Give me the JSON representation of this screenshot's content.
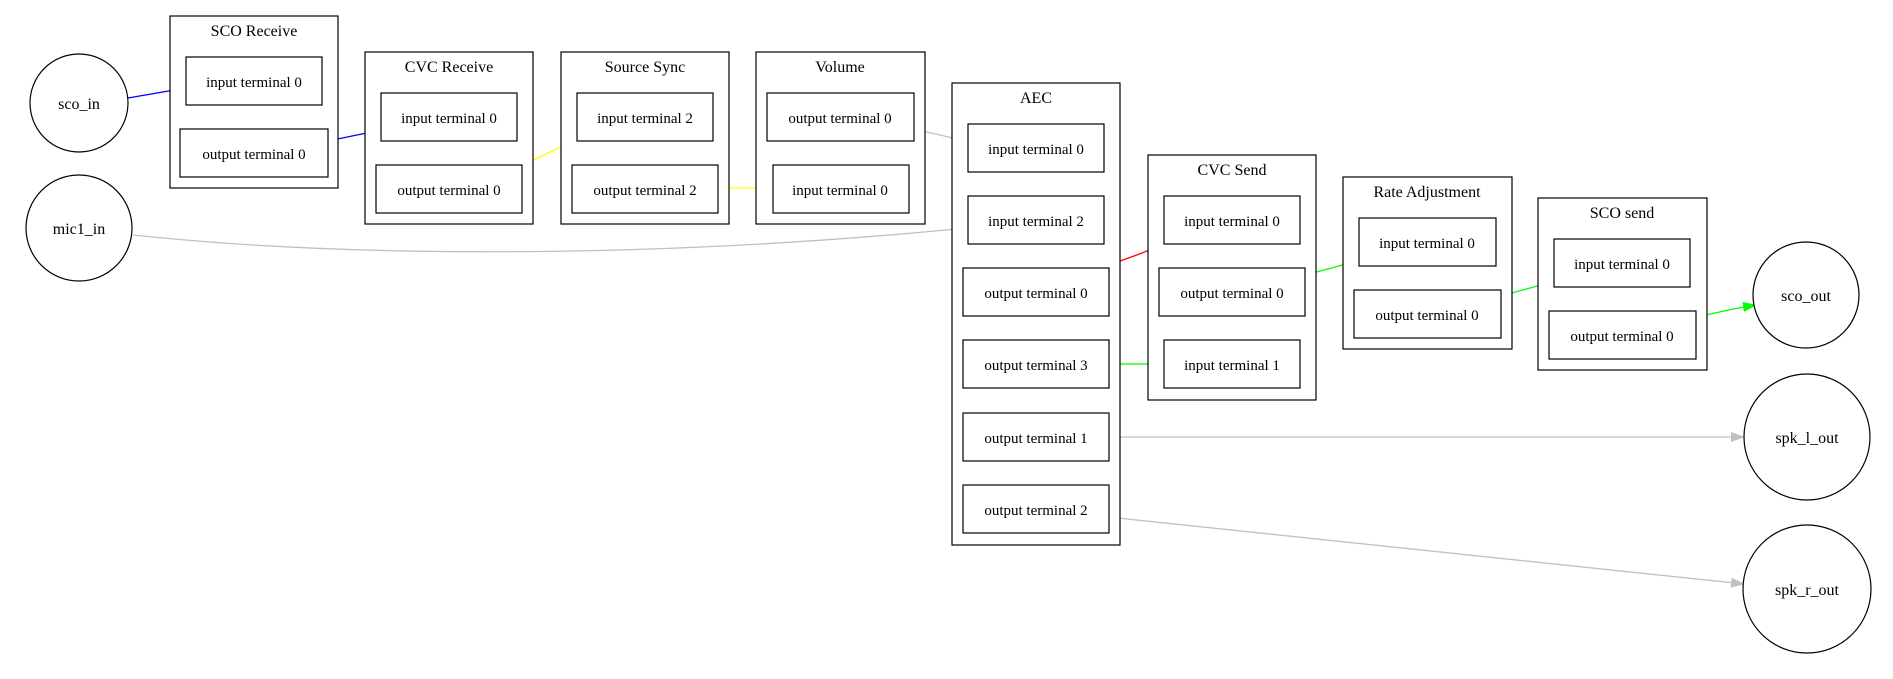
{
  "colors": {
    "blue": "#0000ff",
    "yellow": "#ffff00",
    "red": "#ff0000",
    "green": "#00ff00",
    "gray": "#c0c0c0",
    "stroke": "#000000",
    "background": "#ffffff"
  },
  "endpoints": {
    "sco_in": "sco_in",
    "mic1_in": "mic1_in",
    "sco_out": "sco_out",
    "spk_l_out": "spk_l_out",
    "spk_r_out": "spk_r_out"
  },
  "clusters": {
    "sco_receive": {
      "title": "SCO Receive",
      "in0": "input terminal 0",
      "out0": "output terminal 0"
    },
    "cvc_receive": {
      "title": "CVC Receive",
      "in0": "input terminal 0",
      "out0": "output terminal 0"
    },
    "source_sync": {
      "title": "Source Sync",
      "in2": "input terminal 2",
      "out2": "output terminal 2"
    },
    "volume": {
      "title": "Volume",
      "out0": "output terminal 0",
      "in0": "input terminal 0"
    },
    "aec": {
      "title": "AEC",
      "in0": "input terminal 0",
      "in2": "input terminal 2",
      "out0": "output terminal 0",
      "out3": "output terminal 3",
      "out1": "output terminal 1",
      "out2": "output terminal 2"
    },
    "cvc_send": {
      "title": "CVC Send",
      "in0": "input terminal 0",
      "out0": "output terminal 0",
      "in1": "input terminal 1"
    },
    "rate_adjustment": {
      "title": "Rate Adjustment",
      "in0": "input terminal 0",
      "out0": "output terminal 0"
    },
    "sco_send": {
      "title": "SCO send",
      "in0": "input terminal 0",
      "out0": "output terminal 0"
    }
  }
}
